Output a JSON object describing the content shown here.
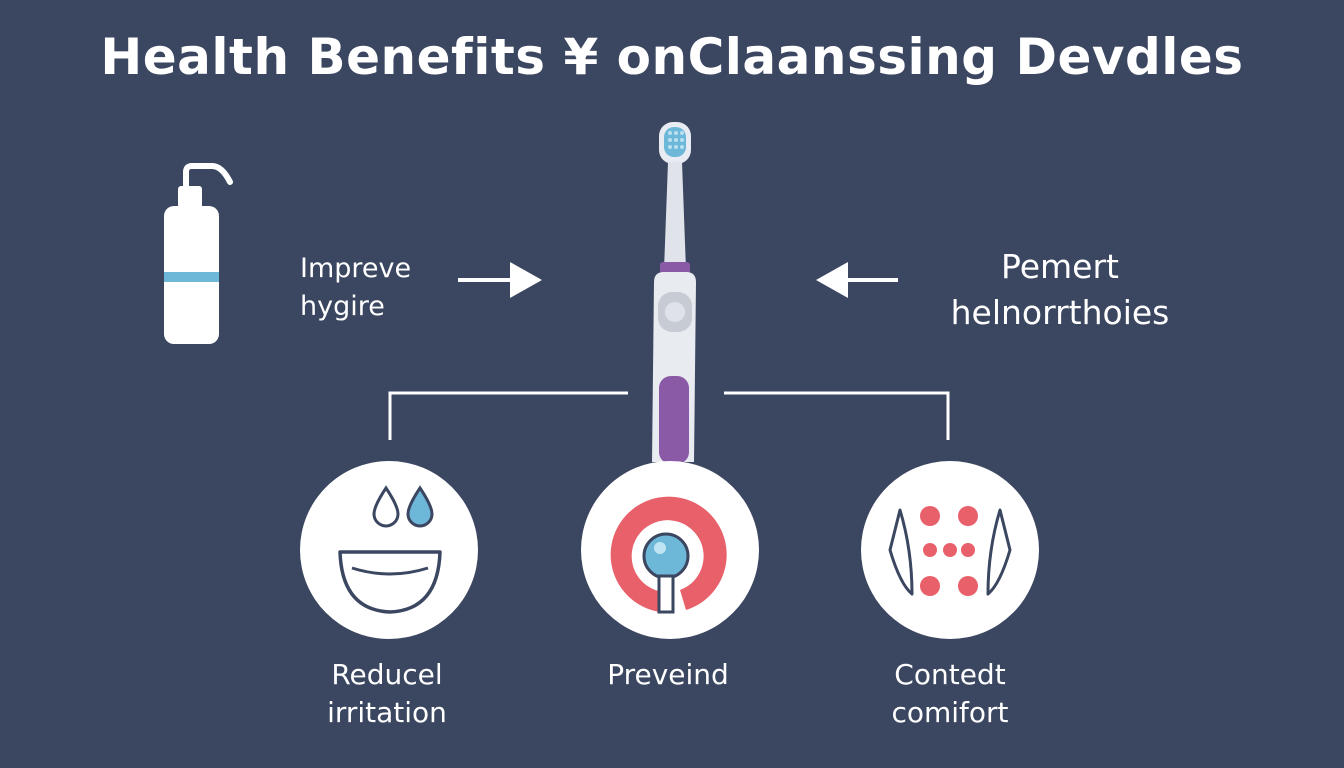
{
  "title": "Health Benefits ¥ onClaanssing Devdles",
  "left_label": [
    "Impreve",
    "hygire"
  ],
  "right_label": [
    "Pemert",
    "helnorrthoies"
  ],
  "benefits": [
    {
      "lines": [
        "Reducel",
        "irritation"
      ],
      "icon": "droplets-smile-icon"
    },
    {
      "lines": [
        "Preveind"
      ],
      "icon": "gum-shield-icon"
    },
    {
      "lines": [
        "Contedt",
        "comifort"
      ],
      "icon": "dots-comfort-icon"
    }
  ],
  "colors": {
    "background": "#3b4660",
    "white": "#ffffff",
    "accent_blue": "#6db8d8",
    "accent_purple": "#8a5aa6",
    "accent_red": "#e8606a"
  },
  "icons": [
    "pump-bottle-icon",
    "electric-toothbrush-icon",
    "arrow-right-icon",
    "arrow-left-icon"
  ]
}
